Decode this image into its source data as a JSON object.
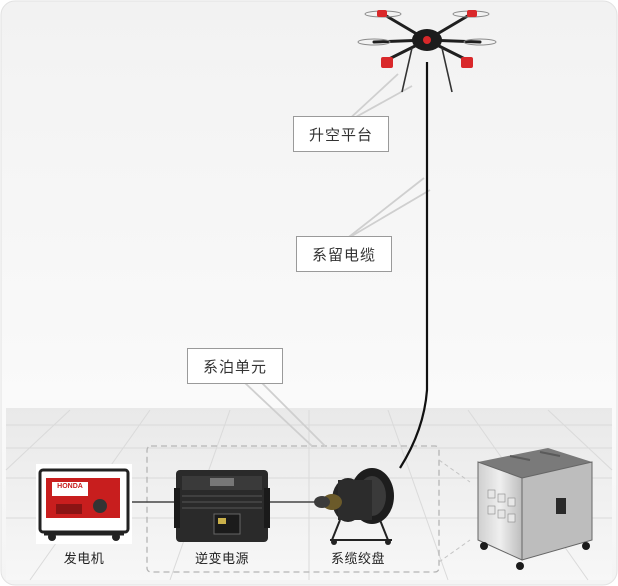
{
  "labels": {
    "platform": "升空平台",
    "tether_cable": "系留电缆",
    "mooring_unit": "系泊单元"
  },
  "equipment": {
    "generator": "发电机",
    "inverter": "逆变电源",
    "winch": "系缆绞盘"
  },
  "generator_brand": "HONDA",
  "colors": {
    "drone_motor": "#d9282a",
    "generator_red": "#c81e1e",
    "cable": "#111111",
    "label_border": "#9a9a9a",
    "dashed_border": "#b5b5b5"
  }
}
